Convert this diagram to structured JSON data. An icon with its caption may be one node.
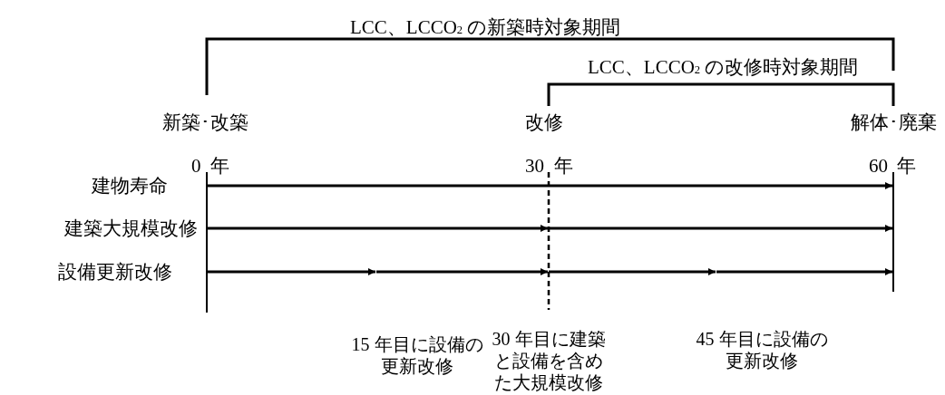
{
  "diagram": {
    "labels": [
      "LCC、LCCO$_{2}$ の新築時対象期間",
      "LCC、LCCO$_{2}$ の改修時対象期間",
      "新築･改築",
      "改修",
      "解体･廃棄",
      "0",
      "年",
      "30",
      "年",
      "60",
      "年",
      "建物寿命",
      "建築大規模改修",
      "設備更新改修",
      "15 年目に設備の更新改修",
      "30 年目に建築と設備を含めた大規模改修",
      "45 年目に設備の更新改修"
    ]
  }
}
